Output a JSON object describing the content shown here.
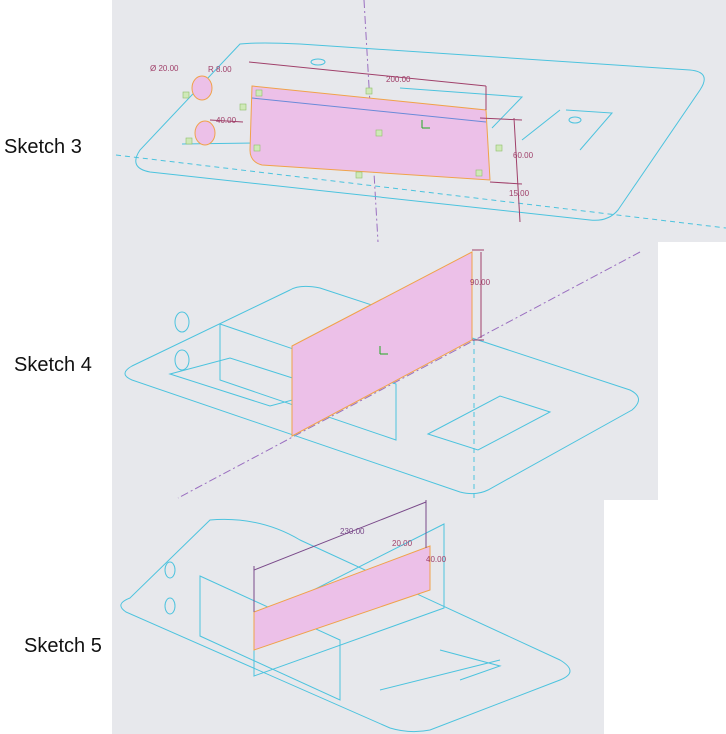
{
  "sketches": [
    {
      "label": "Sketch 3",
      "dims": {
        "diameter": "Ø 20.00",
        "radius": "R 8.00",
        "width": "200.00",
        "offset": "40.00",
        "height": "60.00",
        "edge": "15.00"
      }
    },
    {
      "label": "Sketch 4",
      "dims": {
        "height": "90.00"
      }
    },
    {
      "label": "Sketch 5",
      "dims": {
        "length": "230.00",
        "offset": "20.00",
        "height": "40.00"
      }
    }
  ],
  "colors": {
    "background": "#e7e8ec",
    "sketch_fill": "#ecc0e8",
    "geometry": "#4cc3de",
    "dimension": "#a0406a"
  }
}
